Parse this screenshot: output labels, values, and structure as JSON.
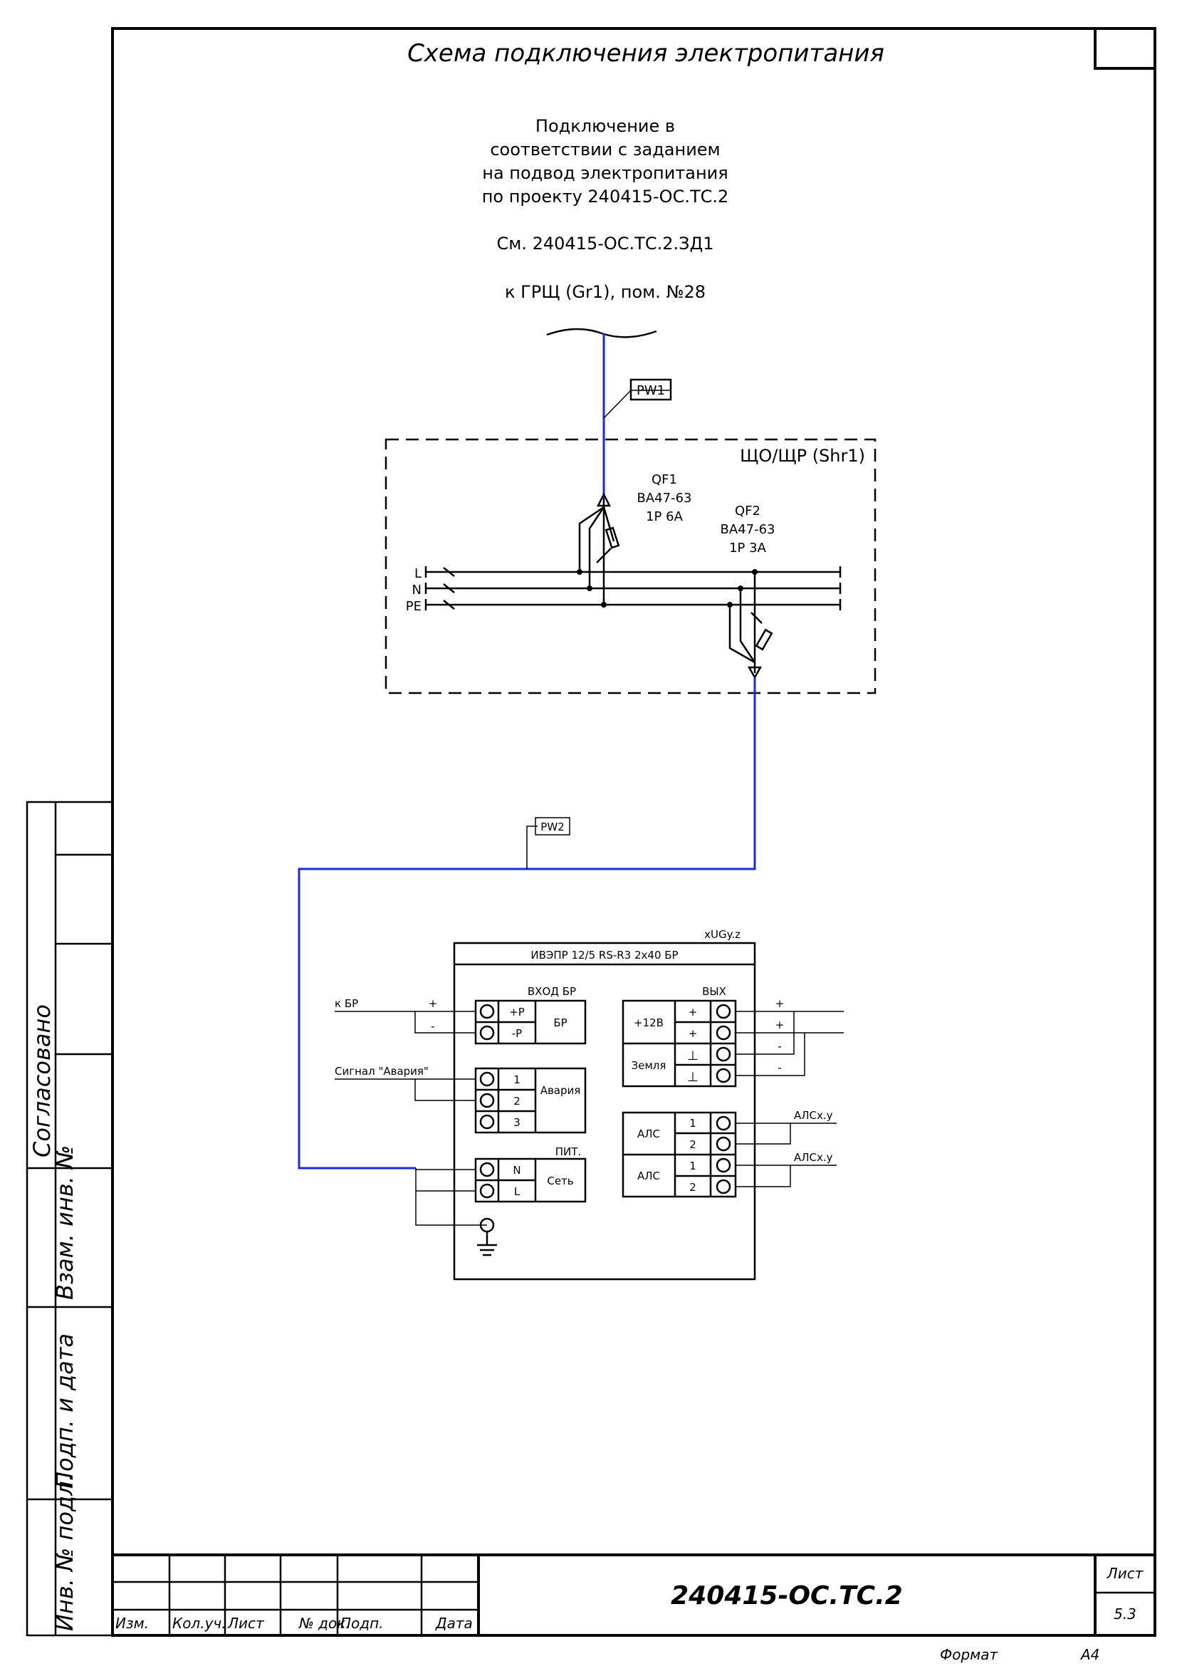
{
  "title": "Схема подключения электропитания",
  "note": {
    "lines": [
      "Подключение в",
      "соответствии с заданием",
      "на подвод электропитания",
      "по проекту 240415-ОС.ТС.2"
    ],
    "ref": "См. 240415-ОС.ТС.2.ЗД1",
    "source": "к ГРЩ (Gr1), пом. №28"
  },
  "cables": {
    "pw1": "PW1",
    "pw2": "PW2"
  },
  "panel": {
    "name": "ЩО/ЩР (Shr1)",
    "qf1": [
      "QF1",
      "ВА47-63",
      "1P 6A"
    ],
    "qf2": [
      "QF2",
      "ВА47-63",
      "1P 3A"
    ],
    "buses": [
      "L",
      "N",
      "PE"
    ]
  },
  "device": {
    "tag": "xUGy.z",
    "name": "ИВЭПР 12/5 RS-R3 2х40 БР",
    "in_br": {
      "header": "ВХОД БР",
      "label": "БР",
      "terminals": [
        "+P",
        "-P"
      ],
      "ext_label": "к БР",
      "ext_plus": "+",
      "ext_minus": "-"
    },
    "alarm": {
      "label": "Авария",
      "terminals": [
        "1",
        "2",
        "3"
      ],
      "ext_label": "Сигнал \"Авария\""
    },
    "power": {
      "header": "ПИТ.",
      "label": "Сеть",
      "terminals": [
        "N",
        "L"
      ]
    },
    "out": {
      "header": "ВЫХ",
      "v12": "+12В",
      "ground": "Земля",
      "terminals": [
        "+",
        "+",
        "⊥",
        "⊥"
      ],
      "ext": [
        "+",
        "+",
        "-",
        "-"
      ]
    },
    "als": [
      {
        "label": "АЛС",
        "terminals": [
          "1",
          "2"
        ],
        "ext_label": "АЛСх.у"
      },
      {
        "label": "АЛС",
        "terminals": [
          "1",
          "2"
        ],
        "ext_label": "АЛСх.у"
      }
    ]
  },
  "side_stamp": {
    "agreed": "Согласовано",
    "inv_vzam": "Взам. инв. №",
    "sign_date": "Подп. и дата",
    "inv_podl": "Инв. № подл."
  },
  "stamp": {
    "cols": [
      "Изм.",
      "Кол.уч.",
      "Лист",
      "№ док.",
      "Подп.",
      "Дата"
    ],
    "code": "240415-ОС.ТС.2",
    "sheet_label": "Лист",
    "sheet_value": "5.3",
    "format_label": "Формат",
    "format_value": "А4"
  },
  "colors": {
    "cable": "#1e2bd6",
    "line": "#000000"
  }
}
